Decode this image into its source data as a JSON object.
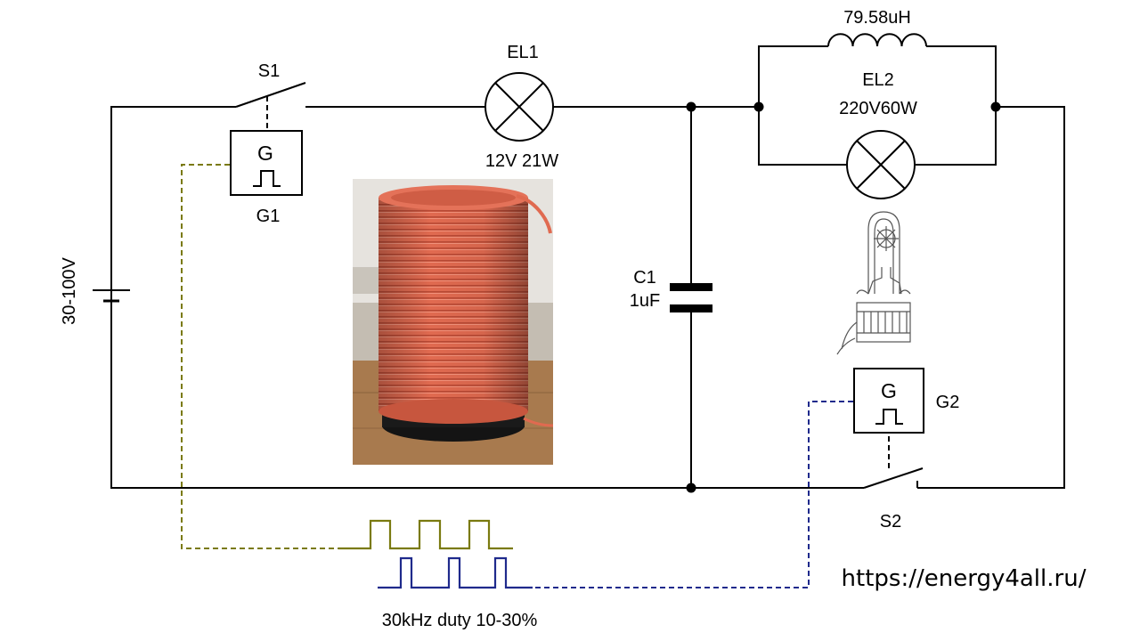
{
  "labels": {
    "s1": "S1",
    "s2": "S2",
    "el1": "EL1",
    "el1_rating": "12V 21W",
    "el2": "EL2",
    "el2_rating": "220V60W",
    "inductance": "79.58uH",
    "c1": "C1",
    "c1_value": "1uF",
    "g1": "G1",
    "g2": "G2",
    "g1_symbol": "G",
    "g2_symbol": "G",
    "voltage": "30-100V",
    "pulse_note": "30kHz  duty 10-30%",
    "url": "https://energy4all.ru/"
  },
  "colors": {
    "wire": "#000000",
    "g1_signal": "#7a7a10",
    "g2_signal": "#1f2a8c",
    "coil": "#e06a50",
    "coil_base": "#1a1a1a"
  },
  "images": {
    "photo": "coil-photo",
    "sketch": "lamp-sketch"
  }
}
